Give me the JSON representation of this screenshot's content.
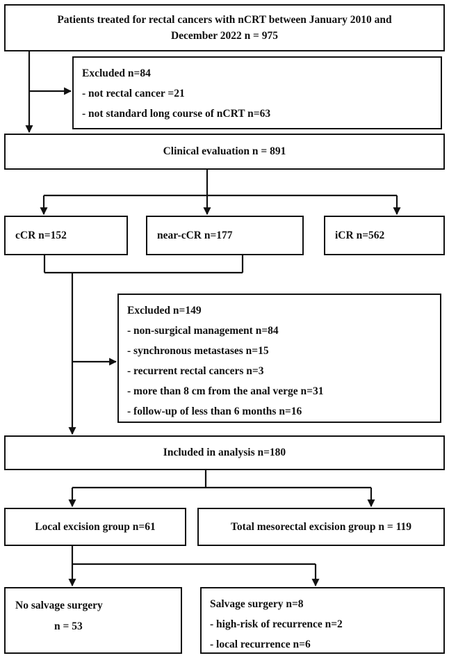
{
  "boxes": {
    "treated_line1": "Patients treated for rectal cancers with nCRT between January 2010 and",
    "treated_line2": "December 2022 n = 975",
    "excluded1": {
      "title": "Excluded n=84",
      "items": [
        "- not rectal cancer =21",
        "- not standard long course of nCRT n=63"
      ]
    },
    "clinical": "Clinical evaluation n = 891",
    "ccr": "cCR n=152",
    "near_ccr": "near-cCR n=177",
    "icr": "iCR n=562",
    "excluded2": {
      "title": "Excluded n=149",
      "items": [
        "- non-surgical management n=84",
        "- synchronous metastases n=15",
        "- recurrent rectal cancers n=3",
        "- more than 8 cm from the anal verge n=31",
        "- follow-up of less than 6 months n=16"
      ]
    },
    "included": "Included in analysis n=180",
    "local_excision": "Local excision group n=61",
    "tme": "Total mesorectal excision group n = 119",
    "no_salvage_line1": "No salvage surgery",
    "no_salvage_line2": "n = 53",
    "salvage": {
      "title": "Salvage surgery n=8",
      "items": [
        "- high-risk of recurrence n=2",
        "- local recurrence n=6"
      ]
    }
  }
}
